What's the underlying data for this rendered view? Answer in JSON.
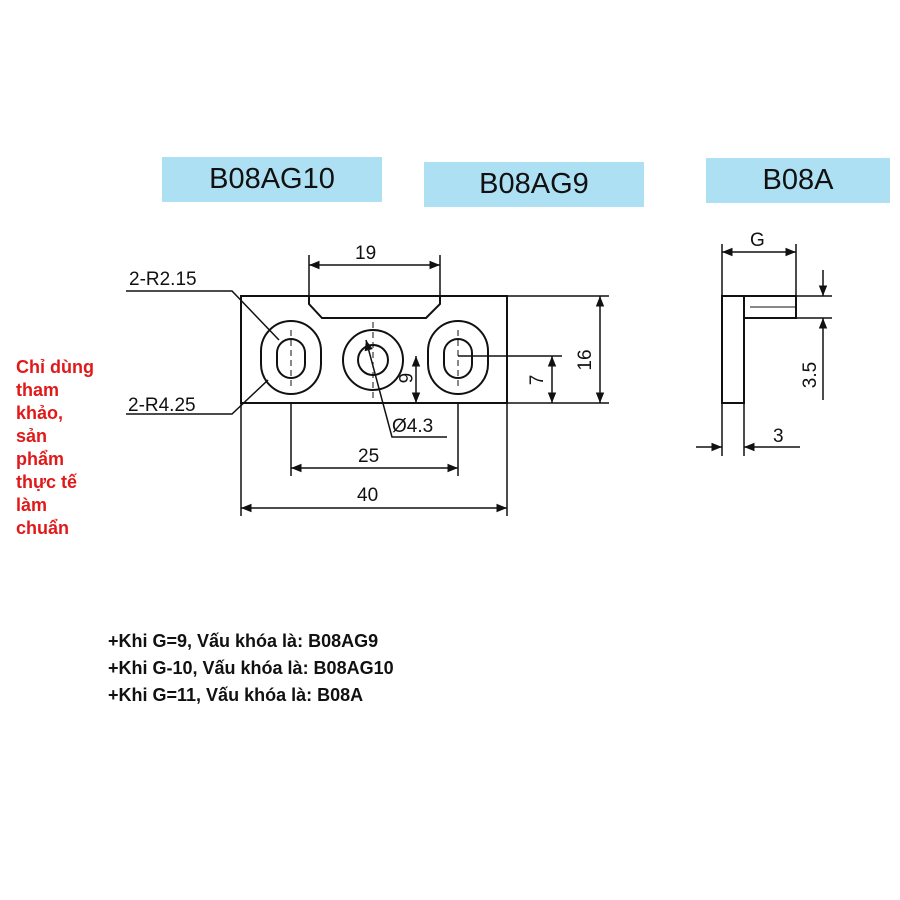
{
  "labels": {
    "b08ag10": "B08AG10",
    "b08ag9": "B08AG9",
    "b08a": "B08A"
  },
  "note": "Chỉ dùng tham khảo, sản phẩm thực tế làm chuẩn",
  "dimensions": {
    "top_width": "19",
    "radius_small": "2-R2.15",
    "radius_large": "2-R4.25",
    "height_total": "16",
    "height_center": "7",
    "height_inner": "6",
    "hole_diameter": "Ø4.3",
    "hole_spacing": "25",
    "width_total": "40",
    "side_g": "G",
    "side_depth": "3.5",
    "side_thickness": "3"
  },
  "rules": [
    "+Khi G=9, Vấu khóa là: B08AG9",
    "+Khi G-10, Vấu khóa là: B08AG10",
    "+Khi G=11, Vấu khóa là: B08A"
  ],
  "colors": {
    "label_bg": "#aee0f3",
    "note": "#e01a1a"
  }
}
